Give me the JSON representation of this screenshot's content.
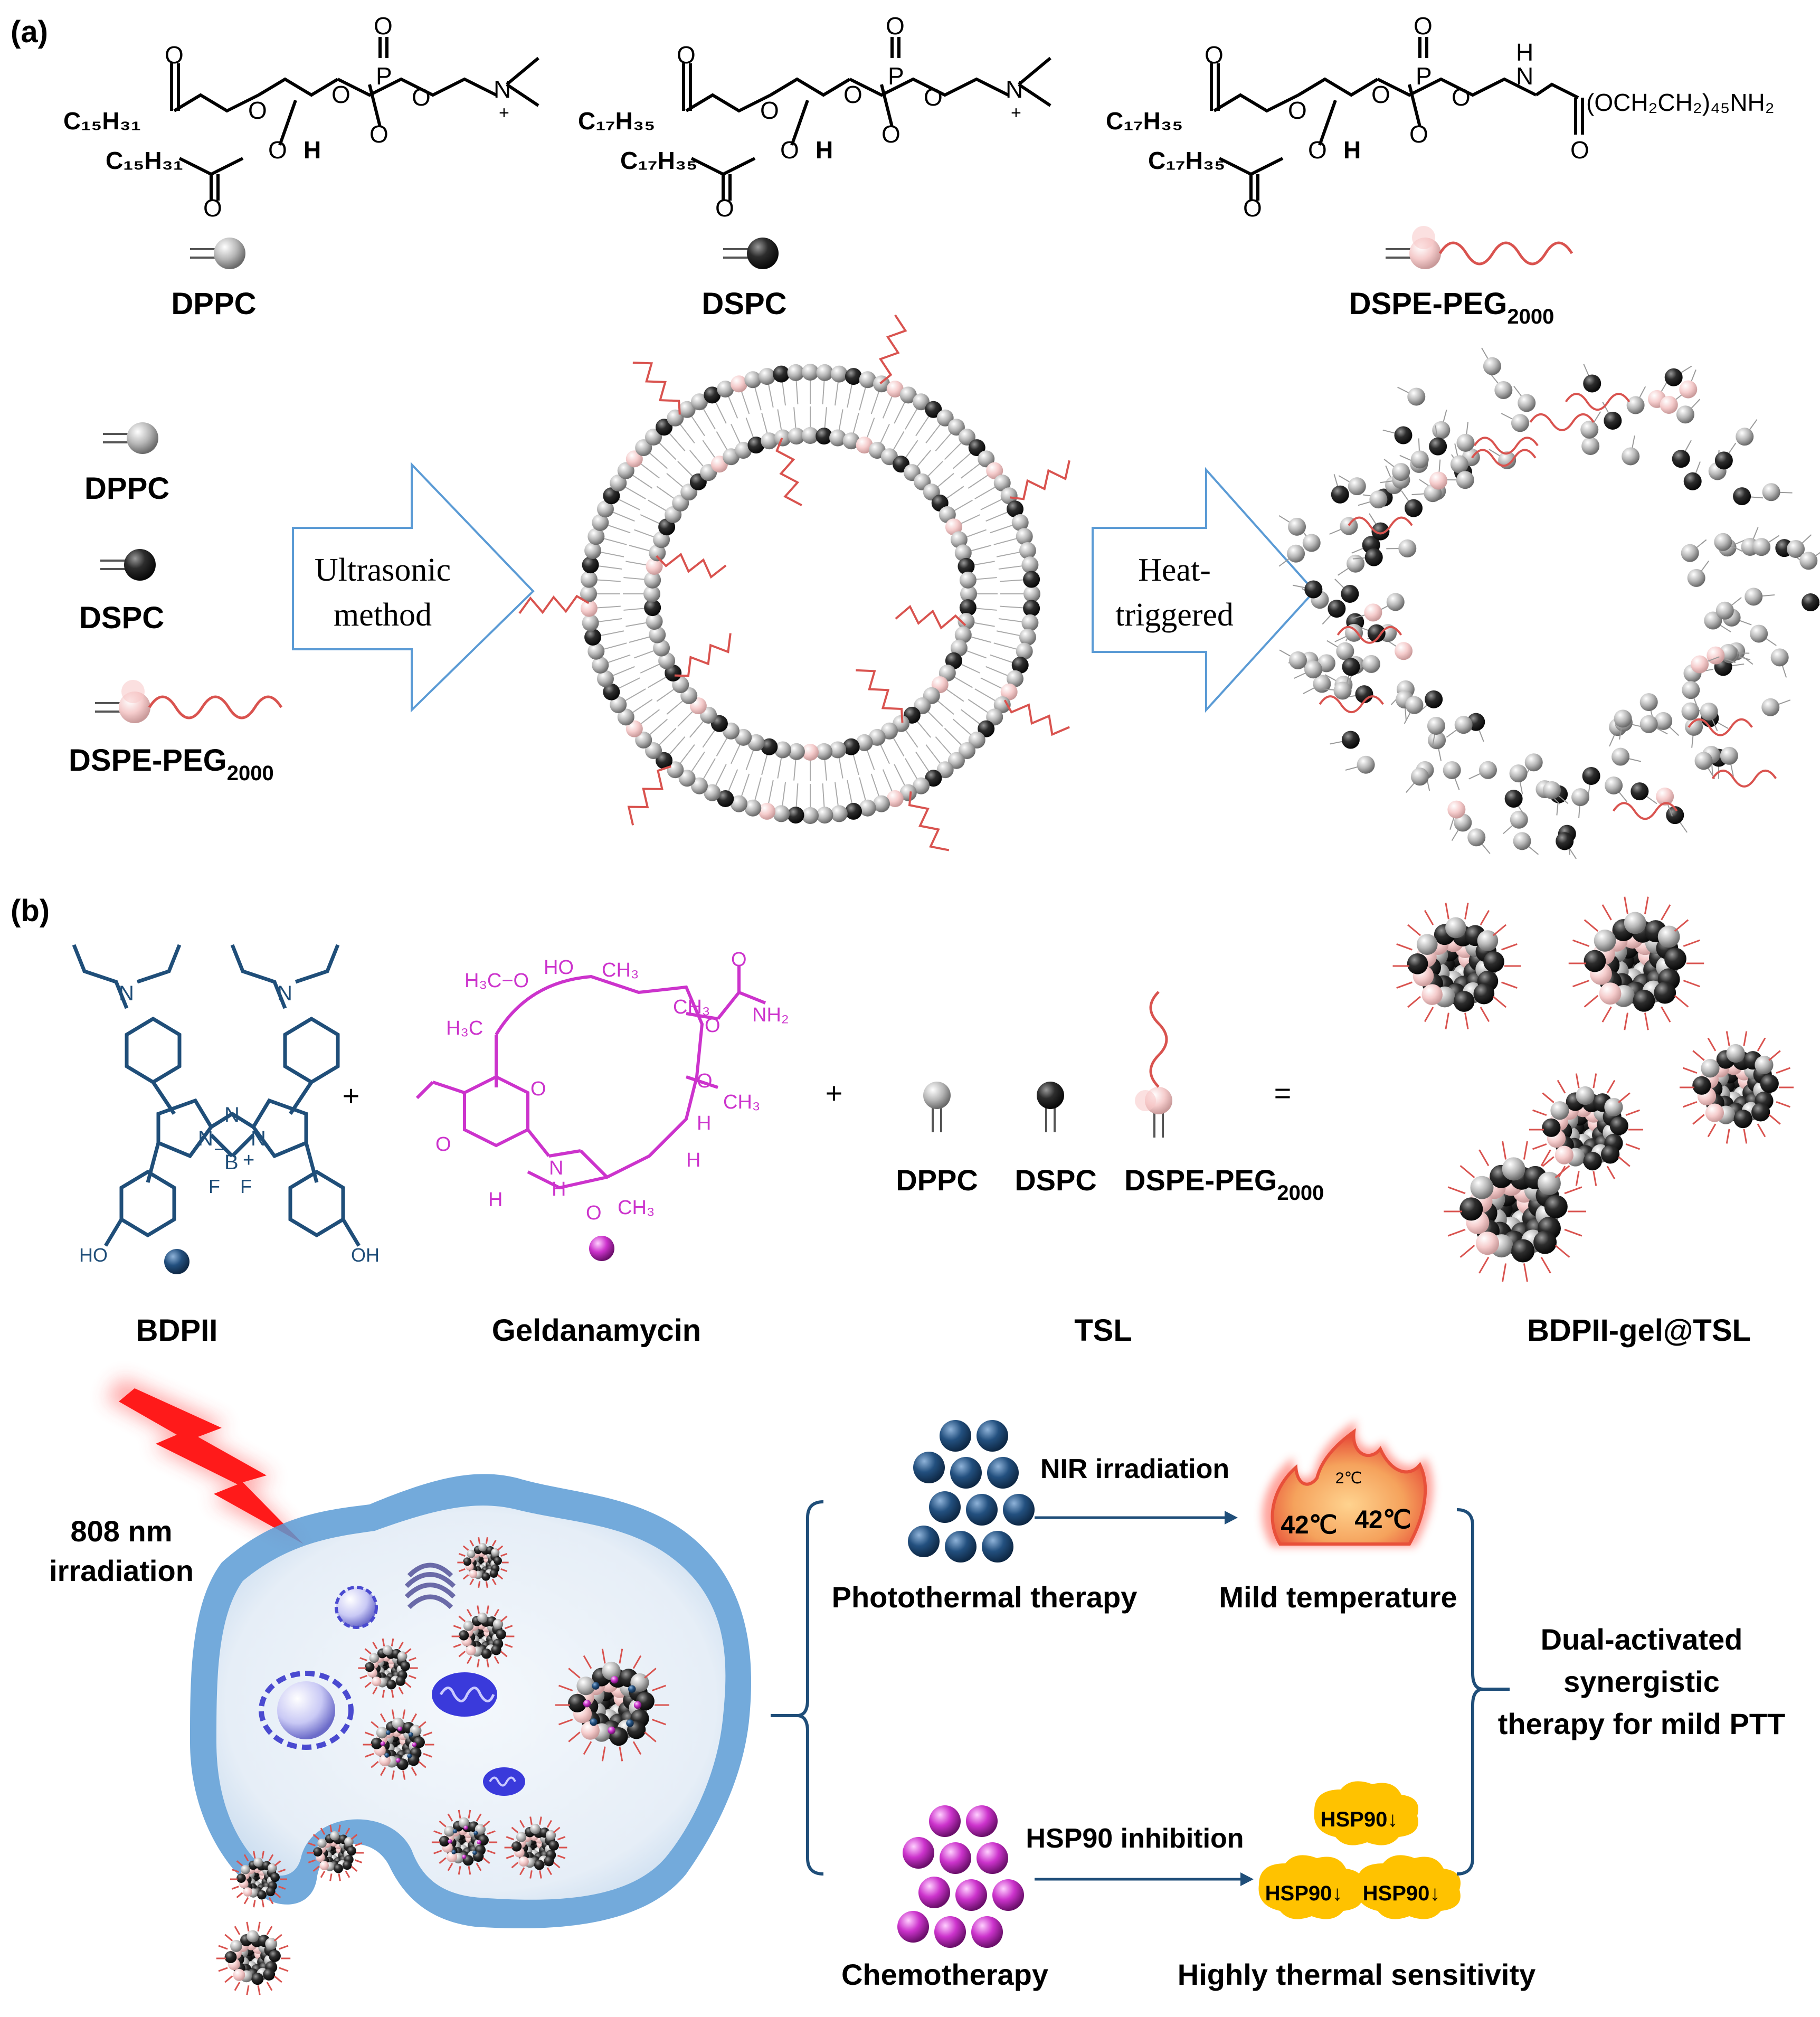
{
  "panel_a": {
    "label": "(a)",
    "struct_dppc": {
      "r1": "C₁₅H₃₁",
      "r2": "C₁₅H₃₁",
      "o": "O",
      "p": "P",
      "n": "N",
      "plus": "+",
      "h": "H"
    },
    "struct_dspc": {
      "r1": "C₁₇H₃₅",
      "r2": "C₁₇H₃₅",
      "o": "O",
      "p": "P",
      "n": "N",
      "plus": "+",
      "h": "H"
    },
    "struct_dspe": {
      "r1": "C₁₇H₃₅",
      "r2": "C₁₇H₃₅",
      "o": "O",
      "p": "P",
      "nh": "H",
      "n": "N",
      "peg": "(OCH₂CH₂)₄₅NH₂",
      "h": "H"
    },
    "name_dppc": "DPPC",
    "name_dspc": "DSPC",
    "name_dspe_main": "DSPE-PEG",
    "name_dspe_sub": "2000",
    "legend": {
      "dppc": "DPPC",
      "dspc": "DSPC",
      "dspe_main": "DSPE-PEG",
      "dspe_sub": "2000"
    },
    "arrow1": {
      "line1": "Ultrasonic",
      "line2": "method"
    },
    "arrow2": {
      "line1": "Heat-",
      "line2": "triggered"
    }
  },
  "panel_b": {
    "label": "(b)",
    "bdpii_atoms": {
      "n1": "N",
      "n2": "N",
      "n3": "N",
      "b": "B",
      "f1": "F",
      "f2": "F",
      "minus": "−",
      "plus": "+",
      "oh1": "HO",
      "oh2": "OH",
      "nleft": "N",
      "nright": "N"
    },
    "gel_atoms": {
      "h3co": "H₃C−O",
      "ho": "HO",
      "ch3a": "CH₃",
      "ch3b": "CH₃",
      "o1": "O",
      "nh2": "NH₂",
      "h3c": "H₃C",
      "o2": "O",
      "och3": "O",
      "ch3c": "CH₃",
      "h1": "H",
      "h2": "H",
      "o3": "O",
      "o4": "O",
      "n": "N",
      "h3": "H",
      "h4": "H",
      "o5": "O",
      "ch3d": "CH₃",
      "omethyl": "O"
    },
    "plus": "+",
    "equals": "=",
    "tsl_dppc": "DPPC",
    "tsl_dspc": "DSPC",
    "tsl_dspe_main": "DSPE-PEG",
    "tsl_dspe_sub": "2000",
    "name_bdpii": "BDPII",
    "name_gel": "Geldanamycin",
    "name_tsl": "TSL",
    "name_product": "BDPII-gel@TSL",
    "irradiation_line1": "808 nm",
    "irradiation_line2": "irradiation",
    "nir": "NIR irradiation",
    "hsp90_inhib": "HSP90 inhibition",
    "ptt": "Photothermal therapy",
    "mild_temp": "Mild temperature",
    "chemo": "Chemotherapy",
    "thermal_sens": "Highly thermal  sensitivity",
    "temp_big": "42℃",
    "temp_small": "2℃",
    "hsp_label": "HSP90↓",
    "dual_line1": "Dual-activated",
    "dual_line2": "synergistic",
    "dual_line3": "therapy for mild PTT"
  },
  "colors": {
    "blue": "#1f4e79",
    "magenta": "#cc33cc",
    "peg_red": "#d9534f",
    "arrow_outline": "#5b9bd5",
    "cell": "#5b9bd5"
  }
}
